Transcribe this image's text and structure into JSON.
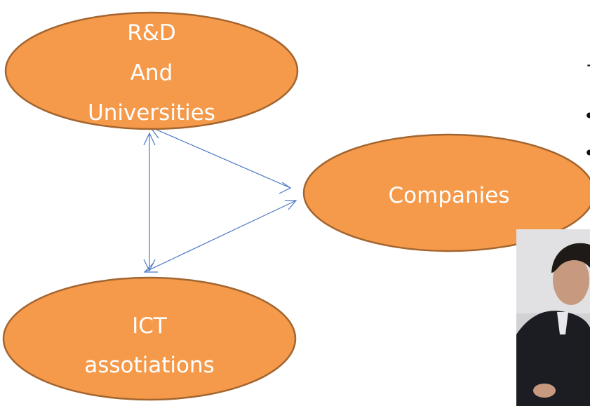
{
  "diagram": {
    "nodes": [
      {
        "id": "rnd",
        "lines": [
          "R&D",
          "And",
          "Universities"
        ],
        "fill": "#f59a4b",
        "stroke": "#a3652f"
      },
      {
        "id": "companies",
        "lines": [
          "Companies"
        ],
        "fill": "#f59a4b",
        "stroke": "#a3652f"
      },
      {
        "id": "ict",
        "lines": [
          "ICT",
          "assotiations"
        ],
        "fill": "#f59a4b",
        "stroke": "#a3652f"
      }
    ],
    "connectors": [
      {
        "from": "rnd",
        "to": "companies",
        "bidirectional": true
      },
      {
        "from": "rnd",
        "to": "ict",
        "bidirectional": true
      },
      {
        "from": "ict",
        "to": "companies",
        "bidirectional": true
      }
    ],
    "connector_color": "#4a78c4"
  },
  "side_text": {
    "items": [
      "-",
      "•",
      "•"
    ]
  },
  "photo": {
    "subject": "person-photo",
    "colors": {
      "bg": "#d2d2d4",
      "hair": "#1e1a17",
      "skin": "#c79a80",
      "suit": "#1c1d22"
    }
  }
}
